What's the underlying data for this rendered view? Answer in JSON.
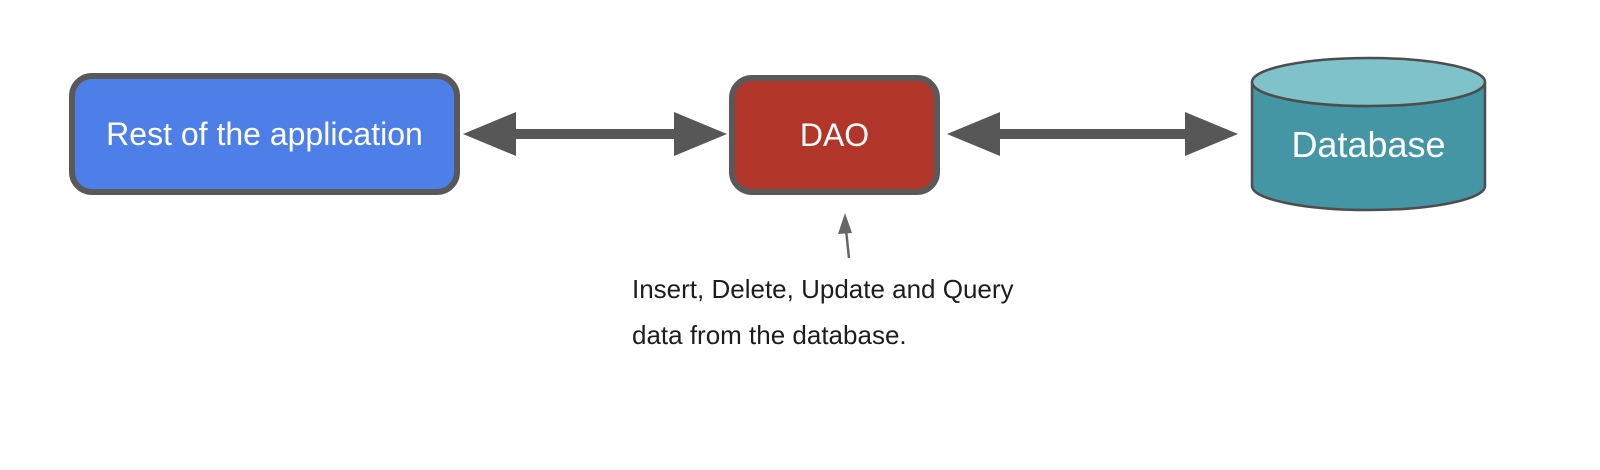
{
  "diagram": {
    "background": "#ffffff",
    "nodes": {
      "app": {
        "label": "Rest of the application",
        "fill": "#4e7fe8",
        "border": "#595959",
        "text_color": "#ffffff"
      },
      "dao": {
        "label": "DAO",
        "fill": "#b23529",
        "border": "#595959",
        "text_color": "#ffffff"
      },
      "database": {
        "label": "Database",
        "body_fill": "#4496a5",
        "top_fill": "#7fc2ca",
        "stroke": "#4d4d4d",
        "text_color": "#ffffff"
      }
    },
    "connectors": {
      "color": "#575757",
      "app_dao": {
        "type": "double-headed-arrow",
        "from": "app",
        "to": "dao"
      },
      "dao_db": {
        "type": "double-headed-arrow",
        "from": "dao",
        "to": "database"
      },
      "annotation_pointer": {
        "type": "up-arrow",
        "color": "#666666",
        "points_to": "dao"
      }
    },
    "annotation": {
      "line1": "Insert, Delete, Update and Query",
      "line2": "data from the database.",
      "color": "#1d1d1d"
    }
  }
}
